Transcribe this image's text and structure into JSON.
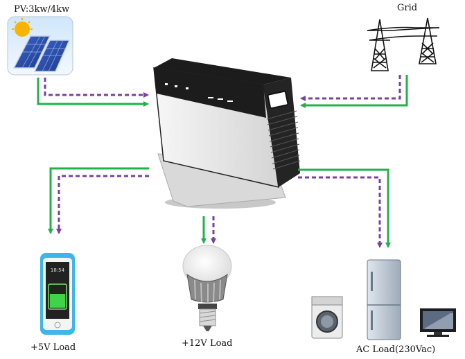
{
  "labels": {
    "pv": "PV:3kw/4kw",
    "grid": "Grid",
    "load_5v": "+5V Load",
    "load_12v": "+12V Load",
    "load_ac": "AC Load(230Vac)"
  },
  "colors": {
    "solid_flow": "#22b04b",
    "dashed_flow": "#7b3fa0",
    "device_dark": "#1c1c1c",
    "device_panel": "#e9e9e9"
  },
  "icons": {
    "pv": "solar-panel-icon",
    "grid": "transmission-tower-icon",
    "inverter": "inverter-device-icon",
    "phone": "smartphone-icon",
    "bulb": "led-bulb-icon",
    "washer": "washing-machine-icon",
    "fridge": "refrigerator-icon",
    "tv": "monitor-icon"
  }
}
